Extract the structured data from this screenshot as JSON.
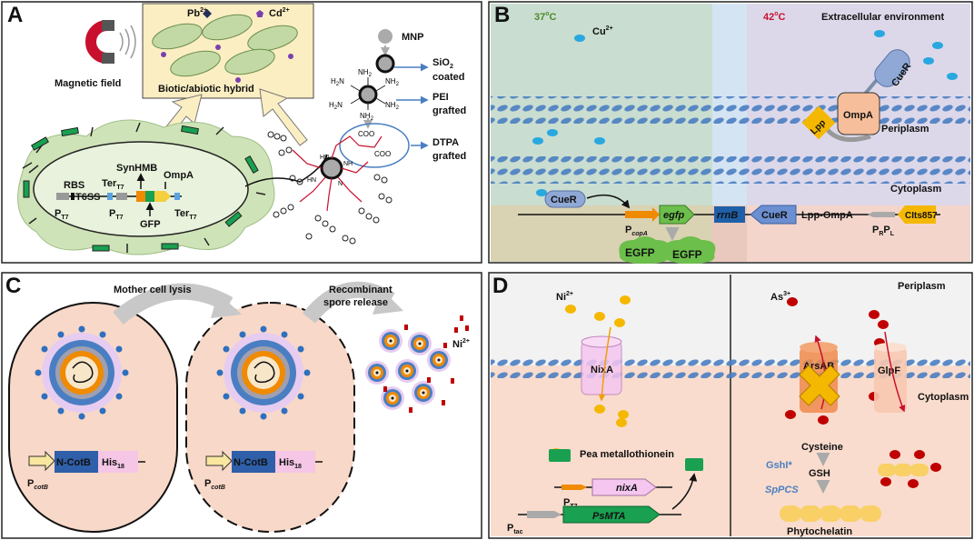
{
  "panels": {
    "A": {
      "letter": "A",
      "magnetic_field": "Magnetic field",
      "ions": [
        "Pb",
        "2+",
        "Cd",
        "2+"
      ],
      "hybrid_label": "Biotic/abiotic hybrid",
      "mnp": "MNP",
      "sio2": [
        "SiO",
        "2",
        "coated"
      ],
      "pei": [
        "PEI",
        "grafted"
      ],
      "dtpa": [
        "DTPA",
        "grafted"
      ],
      "genes": {
        "rbs": "RBS",
        "t6ss": "T6SS",
        "synhmb": "SynHMB",
        "ompa": "OmpA",
        "gfp": "GFP",
        "promoter1": [
          "P",
          "T7"
        ],
        "promoter2": [
          "P",
          "T7"
        ],
        "term1": [
          "Ter",
          "T7"
        ],
        "term2": [
          "Ter",
          "T7"
        ]
      },
      "chem": {
        "nh2": "NH",
        "sub2": "2",
        "h2n": "H",
        "n": "N",
        "nh": "NH",
        "hn": "HN",
        "coo": "COO"
      }
    },
    "B": {
      "letter": "B",
      "temp_left": "37",
      "temp_right": "42",
      "deg": "o",
      "c": "C",
      "extracellular": "Extracellular environment",
      "cu": [
        "Cu",
        "2+"
      ],
      "cuer": "CueR",
      "ompa": "OmpA",
      "lpp": "Lpp",
      "periplasm": "Periplasm",
      "cytoplasm": "Cytoplasm",
      "pcopa": [
        "P",
        "copA"
      ],
      "egfp_gene": "egfp",
      "rrnb": "rrnB",
      "cuer_gene": "CueR",
      "lpp_ompa": "Lpp-OmpA",
      "prpl": [
        "P",
        "R",
        "P",
        "L"
      ],
      "clts": "CIts857",
      "egfp1": "EGFP",
      "egfp2": "EGFP"
    },
    "C": {
      "letter": "C",
      "lysis": "Mother cell lysis",
      "release": [
        "Recombinant",
        "spore release"
      ],
      "ni": [
        "Ni",
        "2+"
      ],
      "ncotb": "N-CotB",
      "his": [
        "His",
        "18"
      ],
      "pcotb": [
        "P",
        "cotB"
      ]
    },
    "D": {
      "letter": "D",
      "ni": [
        "Ni",
        "2+"
      ],
      "as": [
        "As",
        "3+"
      ],
      "periplasm": "Periplasm",
      "cytoplasm": "Cytoplasm",
      "nixa": "NixA",
      "arsab": "ArsAB",
      "glpf": "GlpF",
      "pea": "Pea metallothionein",
      "nixa_gene": "nixA",
      "psmta": "PsMTA",
      "pt7": [
        "P",
        "T7"
      ],
      "ptac": [
        "P",
        "tac"
      ],
      "cysteine": "Cysteine",
      "gshi": "GshI*",
      "gsh": "GSH",
      "sppcs": "SpPCS",
      "phytochelatin": "Phytochelatin"
    }
  },
  "colors": {
    "panel_border": "#222222",
    "green_cell": "#cfe3b8",
    "yellow_box": "#fbeec2",
    "blue_arrow": "#4a7ec2",
    "membrane": "#3c6fb5",
    "b_green": "#c9ddd0",
    "b_pink": "#f3d5cc",
    "b_blue": "#d5e4f2",
    "b_lavender": "#dcd8ea",
    "c_bg": "#f8d8c8",
    "d_bg": "#f9dccd",
    "red_text": "#c8102e",
    "green_text": "#4d8a2a",
    "cyan": "#29a8e0",
    "yellow": "#f5b800",
    "red_dot": "#c00000"
  }
}
